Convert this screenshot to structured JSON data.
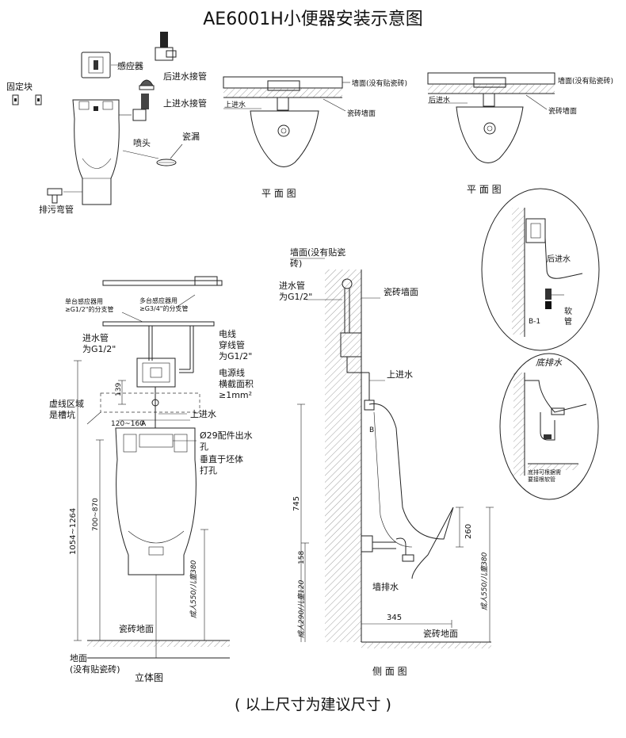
{
  "title": "AE6001H小便器安装示意图",
  "footer": "( 以上尺寸为建议尺寸 )",
  "parts": {
    "sensor": "感应器",
    "fixing_block": "固定块",
    "rear_inlet_joint": "后进水接管",
    "top_inlet_joint": "上进水接管",
    "nozzle": "喷头",
    "strainer": "瓷漏",
    "drain_bend": "排污弯管"
  },
  "plan_left": {
    "wall": "墙面(没有贴瓷砖)",
    "inlet": "上进水",
    "tile_wall": "瓷砖墙面",
    "caption": "平 面 图"
  },
  "plan_right": {
    "wall": "墙面(没有贴瓷砖)",
    "inlet": "后进水",
    "tile_wall": "瓷砖墙面",
    "caption": "平 面 图"
  },
  "detail_b1": {
    "rear_inlet": "后进水",
    "label": "B-1",
    "soft_pipe_1": "软",
    "soft_pipe_2": "管"
  },
  "detail_floor": {
    "title": "底排水",
    "note_1": "底排可根据需",
    "note_2": "要接根软管"
  },
  "elevation": {
    "single_branch_1": "单台感应器用",
    "single_branch_2": "≥G1/2\"的分支管",
    "multi_branch_1": "多台感应器用",
    "multi_branch_2": "≥G3/4\"的分支管",
    "inlet_pipe_1": "进水管",
    "inlet_pipe_2": "为G1/2\"",
    "conduit_1": "电线",
    "conduit_2": "穿线管",
    "conduit_3": "为G1/2\"",
    "power_1": "电源线",
    "power_2": "横截面积",
    "power_3": "≥1mm²",
    "dashed_1": "虚线区域",
    "dashed_2": "是槽坑",
    "dim_139": "139",
    "dim_120_160": "120~160",
    "point_a": "A",
    "top_inlet": "上进水",
    "hole_1": "Ø29配件出水",
    "hole_2": "孔",
    "hole_3": "垂直于坯体",
    "hole_4": "打孔",
    "dim_total": "1054~1264",
    "dim_700": "700~870",
    "dim_child": "成人550/儿童380",
    "dim_380": "成人550/儿童380",
    "tile_floor": "瓷砖地面",
    "floor_1": "地面",
    "floor_2": "(没有贴瓷砖)",
    "caption": "立体图"
  },
  "side": {
    "wall_1": "墙面(没有贴瓷",
    "wall_2": "砖)",
    "inlet_pipe_1": "进水管",
    "inlet_pipe_2": "为G1/2\"",
    "tile_wall": "瓷砖墙面",
    "top_inlet": "上进水",
    "point_b": "B",
    "dim_745": "745",
    "dim_158": "158",
    "dim_290": "成人290/儿童120",
    "wall_drain": "墙排水",
    "dim_260": "260",
    "dim_550": "成人550/儿童380",
    "dim_345": "345",
    "tile_floor": "瓷砖地面",
    "caption": "侧 面 图"
  }
}
